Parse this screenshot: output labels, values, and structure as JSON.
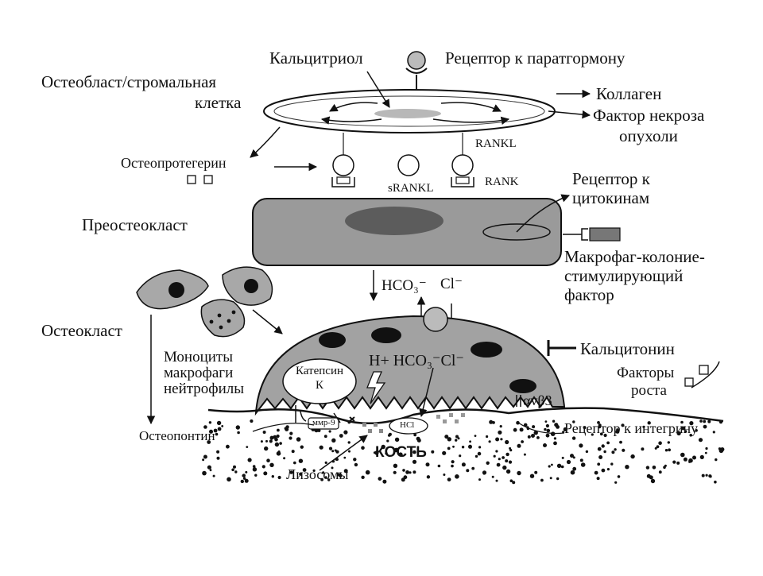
{
  "labels": {
    "calcitriol": "Кальцитриол",
    "pth_receptor": "Рецептор к паратгормону",
    "osteoblast_line1": "Остеобласт/стромальная",
    "osteoblast_line2": "клетка",
    "collagen": "Коллаген",
    "tnf_line1": "Фактор некроза",
    "tnf_line2": "опухоли",
    "osteoprotegerin": "Остеопротегерин",
    "rankl": "RANKL",
    "srankl": "sRANKL",
    "rank": "RANK",
    "cytokine_receptor_line1": "Рецептор к",
    "cytokine_receptor_line2": "цитокинам",
    "preosteoclast": "Преостеокласт",
    "mcsf_line1": "Макрофаг-колоние-",
    "mcsf_line2": "стимулирующий",
    "mcsf_line3": "фактор",
    "hco3_top": "HCO₃⁻",
    "cl_top": "Cl⁻",
    "osteoclast": "Остеокласт",
    "monocytes_line1": "Моноциты",
    "monocytes_line2": "макрофаги",
    "monocytes_line3": "нейтрофилы",
    "cathepsin_line1": "Катепсин",
    "cathepsin_line2": "К",
    "ion_exchange": "H+ HCO₃⁻Cl⁻",
    "calcitonin": "Кальцитонин",
    "growth_factors_line1": "Факторы",
    "growth_factors_line2": "роста",
    "integrin": "αvβ3",
    "osteopontin": "Остеопонтин",
    "mmp9": "ммр-9",
    "hcl": "HCl",
    "integrin_receptor": "Рецептор к интегрину",
    "bone": "КОСТЬ",
    "lysosomes": "Лизосомы"
  }
}
